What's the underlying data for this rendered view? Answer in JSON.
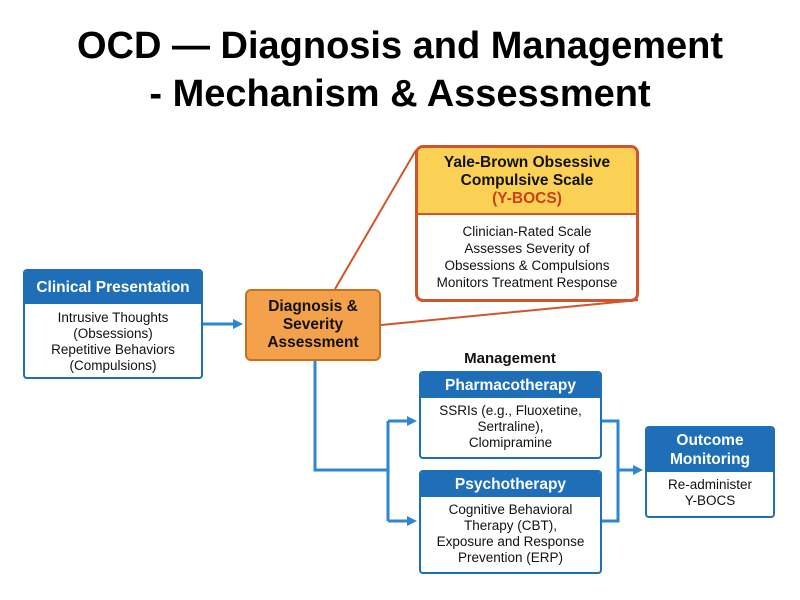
{
  "title": {
    "line1": "OCD — Diagnosis and Management",
    "line2": "- Mechanism & Assessment"
  },
  "clinical": {
    "heading": "Clinical Presentation",
    "lines": [
      "Intrusive Thoughts",
      "(Obsessions)",
      "Repetitive Behaviors",
      "(Compulsions)"
    ]
  },
  "diagnosis": {
    "lines": [
      "Diagnosis &",
      "Severity",
      "Assessment"
    ]
  },
  "ybocs": {
    "heading": [
      "Yale-Brown Obsessive",
      "Compulsive Scale"
    ],
    "abbr": "(Y-BOCS)",
    "lines": [
      "Clinician-Rated Scale",
      "Assesses Severity of",
      "Obsessions & Compulsions",
      "Monitors Treatment Response"
    ]
  },
  "management": {
    "label": "Management",
    "pharmacotherapy": {
      "heading": "Pharmacotherapy",
      "lines": [
        "SSRIs (e.g., Fluoxetine,",
        "Sertraline),",
        "Clomipramine"
      ]
    },
    "psychotherapy": {
      "heading": "Psychotherapy",
      "lines": [
        "Cognitive Behavioral",
        "Therapy (CBT),",
        "Exposure and Response",
        "Prevention (ERP)"
      ]
    }
  },
  "outcome": {
    "heading": [
      "Outcome",
      "Monitoring"
    ],
    "lines": [
      "Re-administer",
      "Y-BOCS"
    ]
  },
  "colors": {
    "blue": "#1f6fb8",
    "orange": "#f4a14b",
    "red_orange": "#d2542a",
    "yellow": "#fbd155"
  }
}
